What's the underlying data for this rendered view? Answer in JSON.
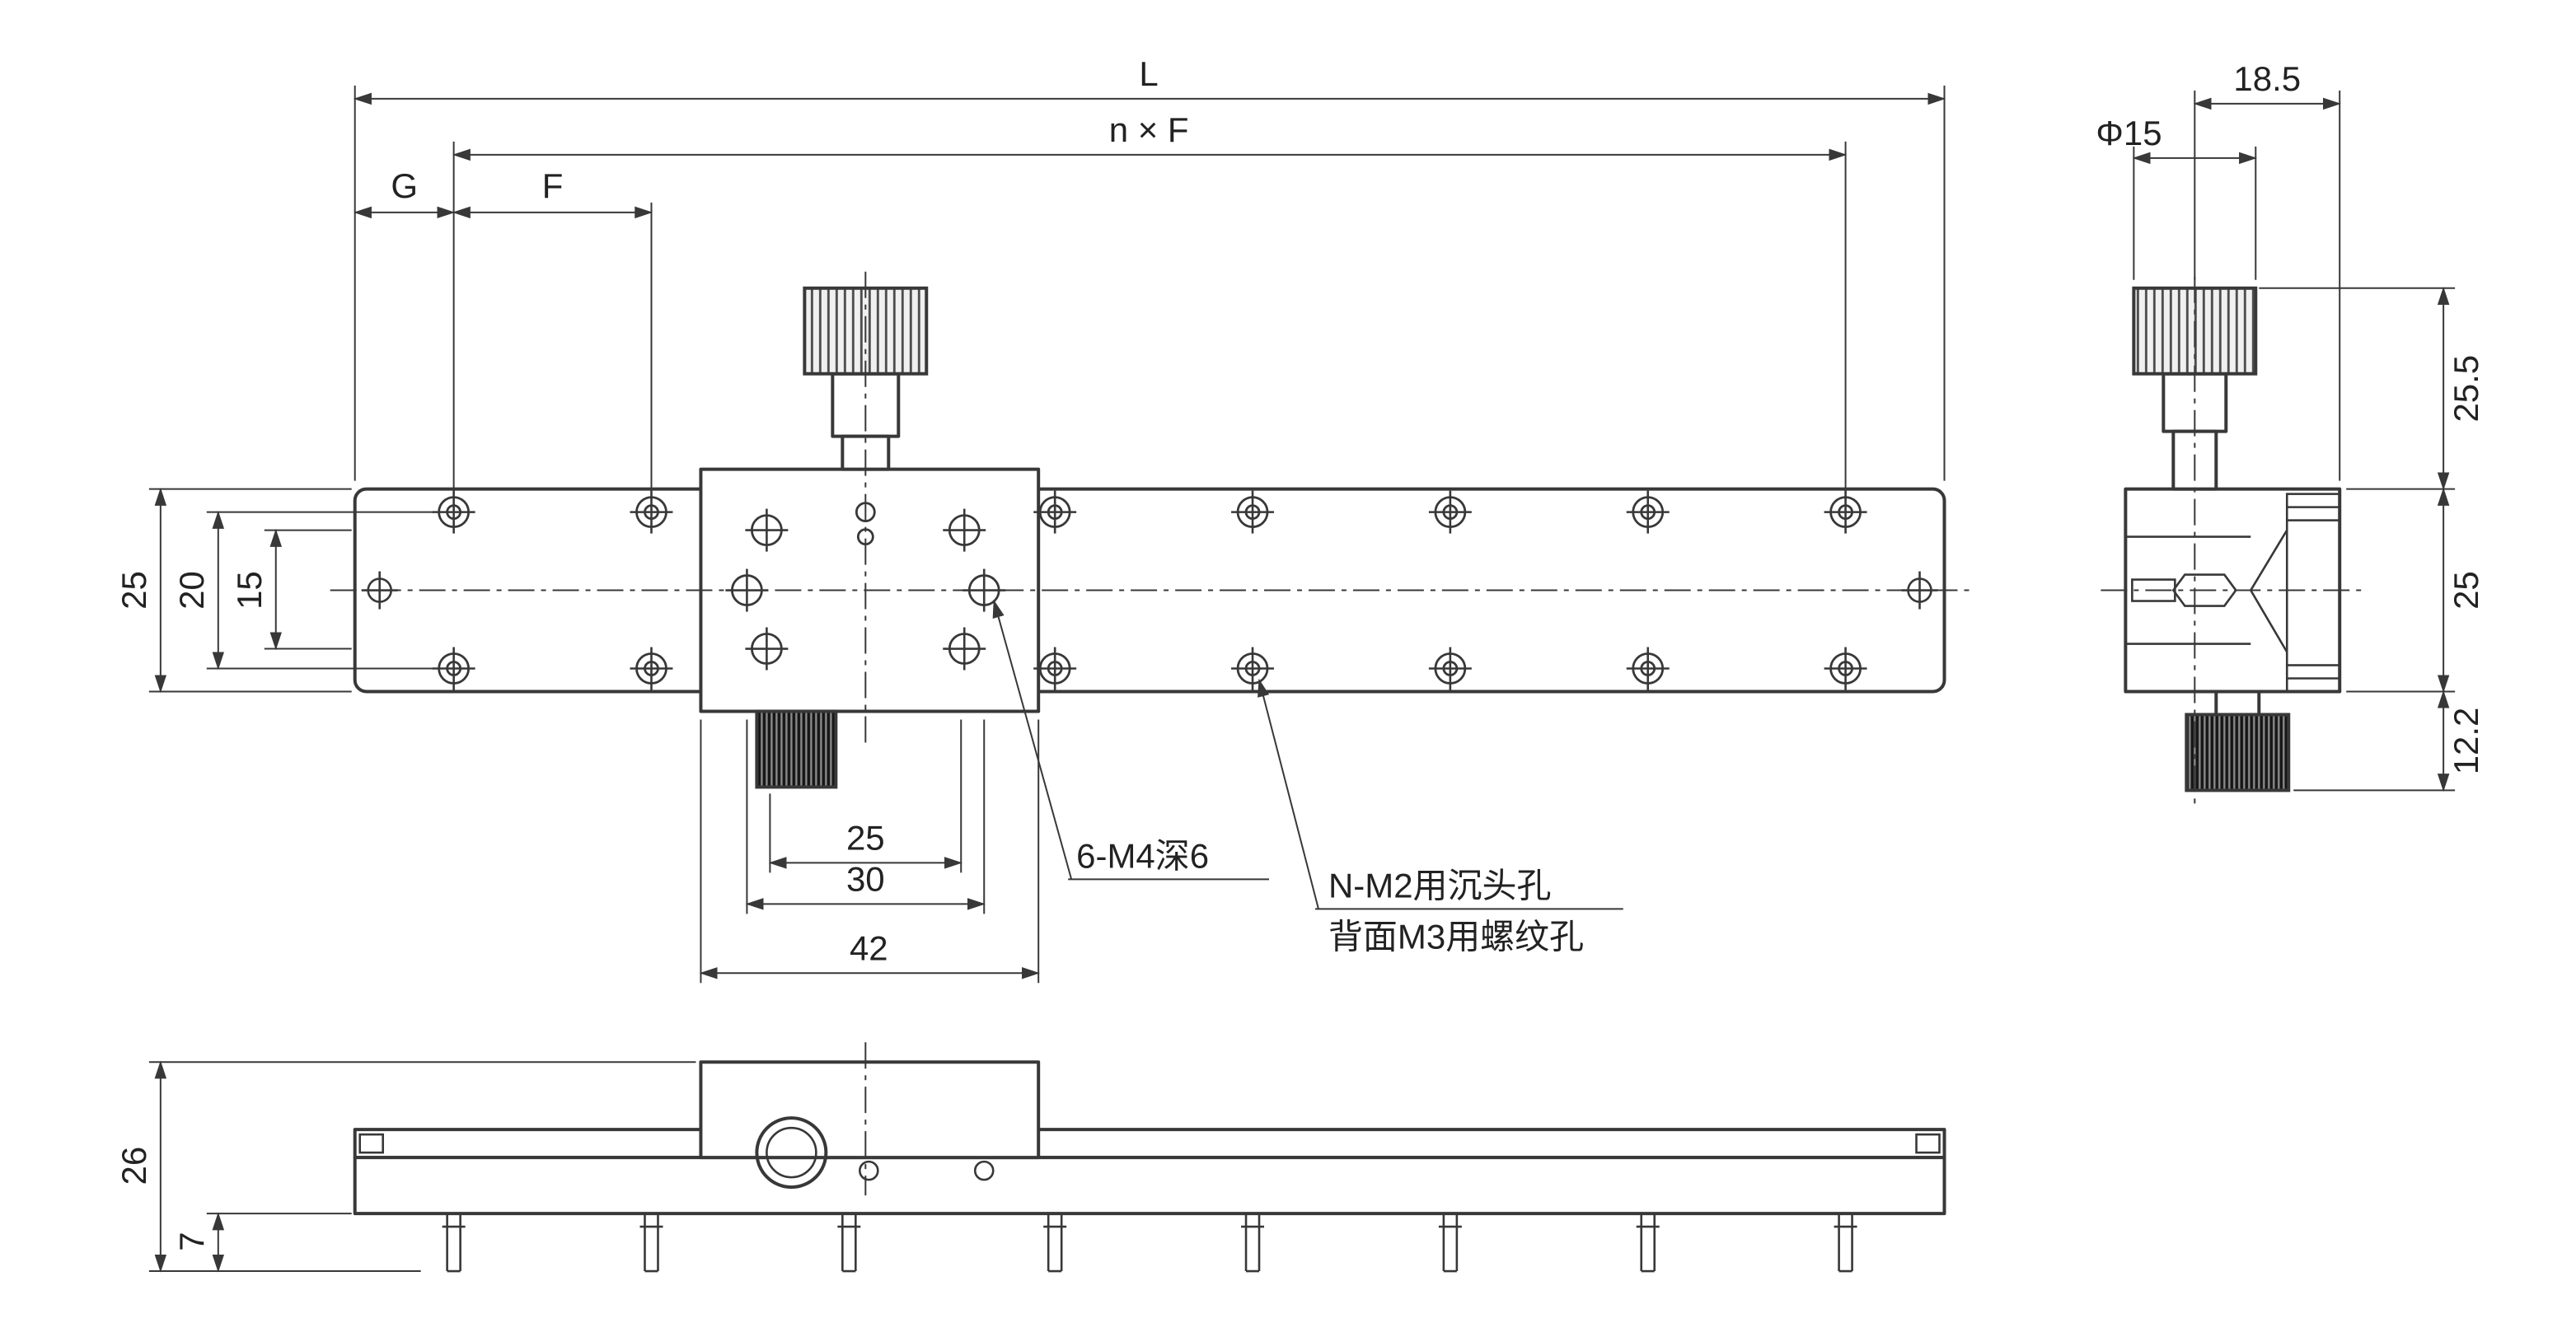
{
  "front_view": {
    "dim_length": "L",
    "dim_hole_span": "n × F",
    "dim_end_offset": "G",
    "dim_hole_pitch": "F",
    "dim_rail_height": "25",
    "dim_hole_rows": "20",
    "dim_table_rows": "15",
    "dim_table_cols_25": "25",
    "dim_table_cols_30": "30",
    "dim_carriage_width": "42",
    "note_tapped_holes": "6-M4深6",
    "note_counterbore_line1": "N-M2用沉头孔",
    "note_counterbore_line2": "背面M3用螺纹孔"
  },
  "side_view": {
    "dim_offset": "18.5",
    "dim_knob_diameter": "Φ15",
    "dim_knob_height": "25.5",
    "dim_body_height": "25",
    "dim_lock_knob_height": "12.2"
  },
  "bottom_view": {
    "dim_total_height": "26",
    "dim_stud_length": "7"
  }
}
